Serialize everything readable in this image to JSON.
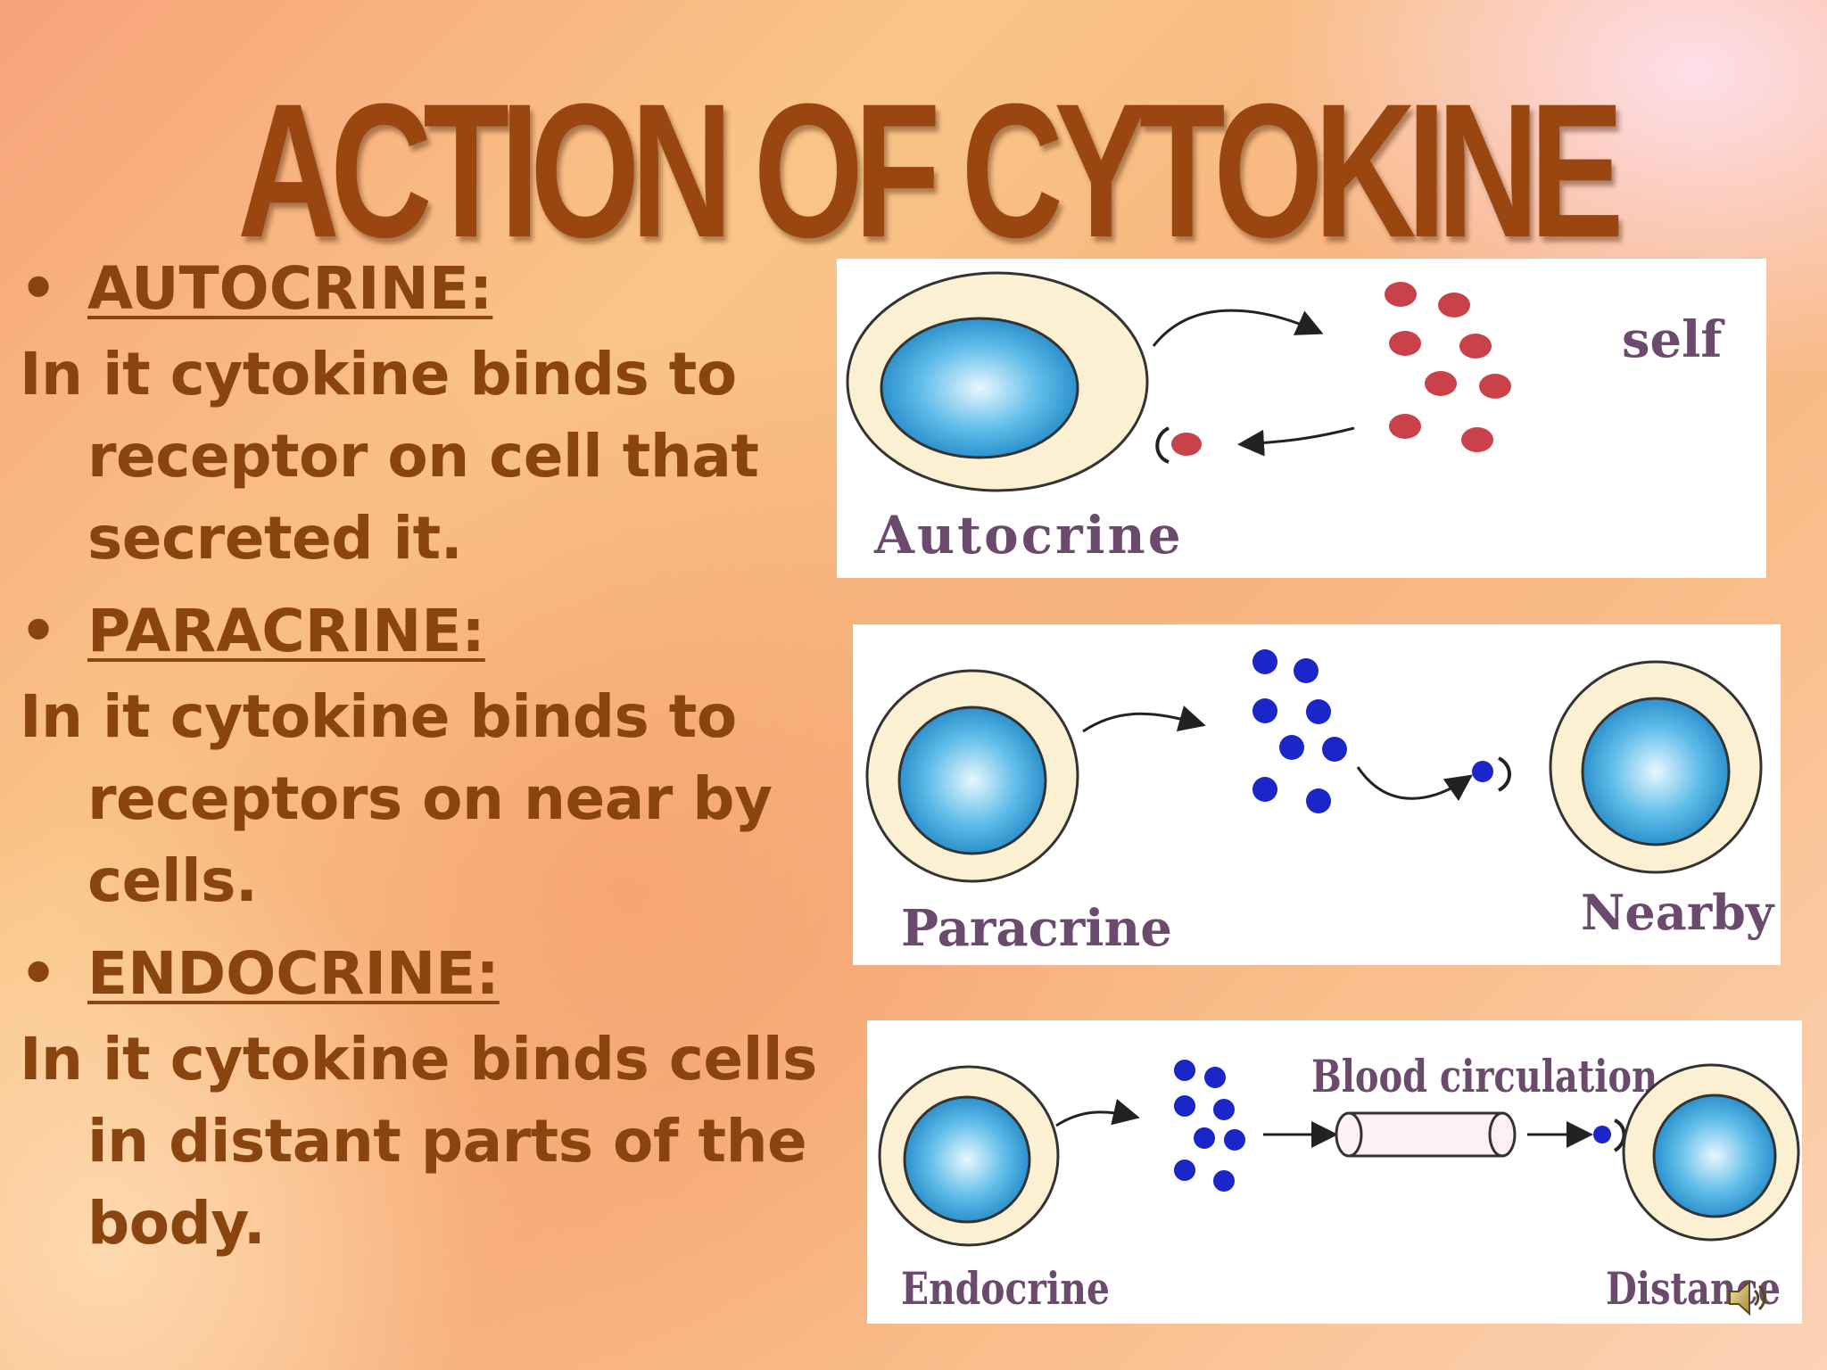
{
  "title": "ACTION OF CYTOKINE",
  "sections": [
    {
      "bullet": "•",
      "heading": "AUTOCRINE:",
      "description": "In it cytokine binds to receptor on cell that secreted it."
    },
    {
      "bullet": "•",
      "heading": "PARACRINE:",
      "description": "In it cytokine binds to receptors on near by cells."
    },
    {
      "bullet": "•",
      "heading": "ENDOCRINE:",
      "description": "In it cytokine binds cells in distant parts of the body."
    }
  ],
  "diagrams": {
    "autocrine": {
      "label": "Autocrine",
      "target_label": "self",
      "dot_color": "#c9424a"
    },
    "paracrine": {
      "label": "Paracrine",
      "target_label": "Nearby",
      "dot_color": "#1a26c8"
    },
    "endocrine": {
      "label": "Endocrine",
      "channel_label": "Blood circulation",
      "target_label": "Distance",
      "dot_color": "#1a26c8"
    }
  },
  "icons": {
    "audio": "speaker-icon"
  },
  "colors": {
    "title": "#9a4611",
    "text": "#8a4410",
    "label": "#6b4a6e",
    "cell_outer": "#fbf0d2",
    "nucleus": "#2f9fd8"
  }
}
